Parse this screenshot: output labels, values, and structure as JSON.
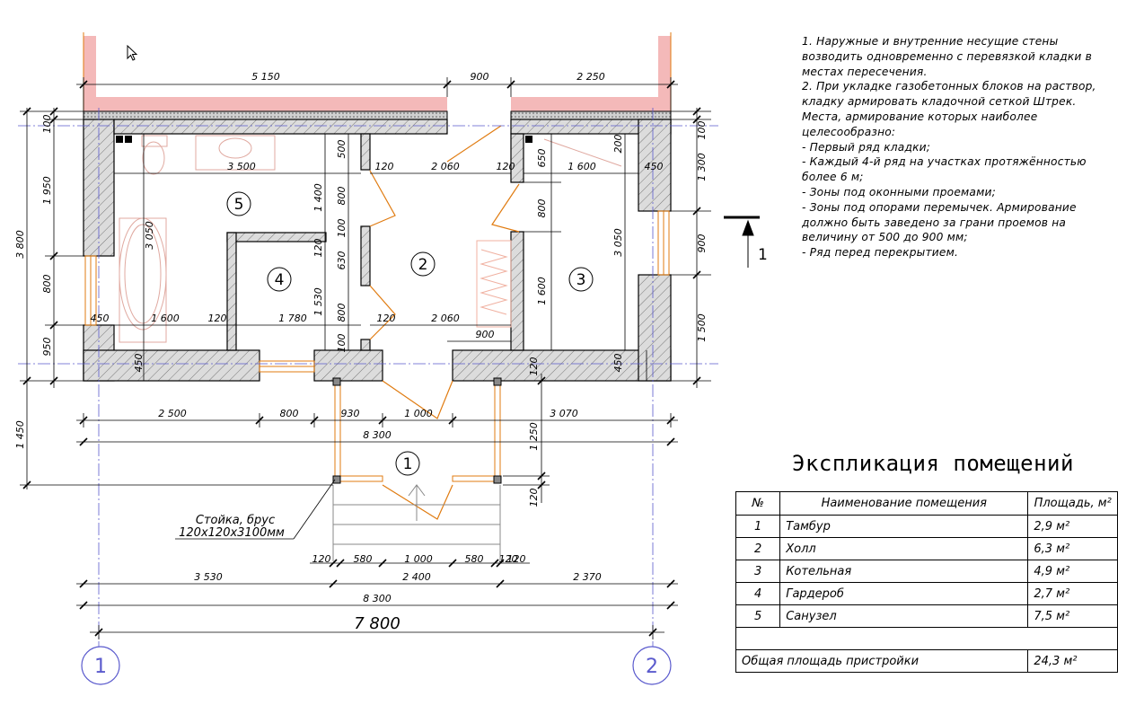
{
  "plan": {
    "dims_top": [
      "5 150",
      "900",
      "2 250"
    ],
    "dims_left": [
      "100",
      "1 950",
      "3 800",
      "800",
      "950",
      "1 450"
    ],
    "dims_right": [
      "100",
      "1 300",
      "900",
      "1 500"
    ],
    "dims_inner": [
      "3 500",
      "3 050",
      "1 400",
      "1 530",
      "500",
      "800",
      "100",
      "120",
      "630",
      "800",
      "100",
      "120",
      "2 060",
      "120",
      "1 600",
      "450",
      "650",
      "200",
      "800",
      "1 600",
      "3 050",
      "120",
      "2 060",
      "900",
      "450",
      "1 600",
      "120",
      "1 780",
      "120",
      "450",
      "450",
      "120"
    ],
    "dims_bottom1": [
      "2 500",
      "800",
      "930",
      "1 000",
      "3 070"
    ],
    "dims_total_a": "8 300",
    "dims_porch": [
      "1 250",
      "120"
    ],
    "dims_bottom2": [
      "120",
      "580",
      "1 000",
      "580",
      "120"
    ],
    "dims_bottom3": [
      "3 530",
      "2 400",
      "2 370"
    ],
    "dims_total_b": "8 300",
    "dims_axes": "7 800",
    "rooms": [
      "1",
      "2",
      "3",
      "4",
      "5"
    ],
    "axes": [
      "1",
      "2"
    ],
    "section_mark": "1",
    "column_note_line1": "Стойка, брус",
    "column_note_line2": "120х120х3100мм"
  },
  "notes": [
    "1. Наружные и внутренние несущие стены",
    "возводить одновременно с перевязкой кладки в",
    "местах пересечения.",
    "2. При укладке газобетонных блоков на раствор,",
    "кладку армировать кладочной сеткой Штрек.",
    "Места, армирование которых наиболее",
    "целесообразно:",
    "- Первый ряд кладки;",
    "- Каждый 4-й ряд на участках протяжённостью",
    "более 6 м;",
    "- Зоны под оконными проемами;",
    "- Зоны под опорами перемычек. Армирование",
    "должно быть заведено за грани проемов на",
    "величину от 500 до 900 мм;",
    "- Ряд перед перекрытием."
  ],
  "explication": {
    "title": "Экспликация помещений",
    "headers": {
      "num": "№",
      "name": "Наименование помещения",
      "area": "Площадь, м²"
    },
    "rows": [
      {
        "num": "1",
        "name": "Тамбур",
        "area": "2,9 м²"
      },
      {
        "num": "2",
        "name": "Холл",
        "area": "6,3 м²"
      },
      {
        "num": "3",
        "name": "Котельная",
        "area": "4,9 м²"
      },
      {
        "num": "4",
        "name": "Гардероб",
        "area": "2,7 м²"
      },
      {
        "num": "5",
        "name": "Санузел",
        "area": "7,5 м²"
      }
    ],
    "total_label": "Общая площадь пристройки",
    "total_value": "24,3 м²"
  },
  "colors": {
    "wall": "#d9d9d9",
    "existing_wall": "#f4b9b9",
    "opening": "#e07b10",
    "axis": "#5a5acd"
  }
}
